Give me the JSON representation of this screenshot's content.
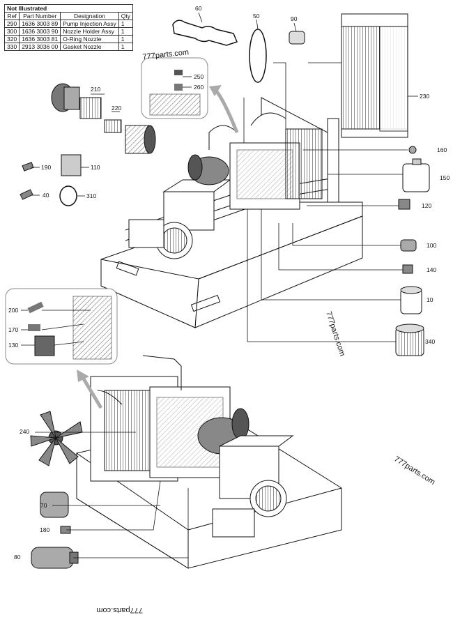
{
  "table": {
    "caption": "Not Illustrated",
    "headers": [
      "Ref",
      "Part Number",
      "Designation",
      "Qty"
    ],
    "rows": [
      [
        "290",
        "1636 3003 89",
        "Pump Injection Assy",
        "1"
      ],
      [
        "300",
        "1636 3003 90",
        "Nozzle Holder Assy",
        "1"
      ],
      [
        "320",
        "1636 3003 81",
        "O-Ring Nozzle",
        "1"
      ],
      [
        "330",
        "2913 3036 00",
        "Gasket Nozzle",
        "1"
      ]
    ]
  },
  "callouts": {
    "c60": "60",
    "c50": "50",
    "c90": "90",
    "c230": "230",
    "c250": "250",
    "c260": "260",
    "c210": "210",
    "c220": "220",
    "c160": "160",
    "c190": "190",
    "c110": "110",
    "c150": "150",
    "c40": "40",
    "c310": "310",
    "c120": "120",
    "c100": "100",
    "c140": "140",
    "c10": "10",
    "c200": "200",
    "c170": "170",
    "c130": "130",
    "c340": "340",
    "c240": "240",
    "c70": "70",
    "c180": "180",
    "c80": "80"
  },
  "watermarks": {
    "top": "777parts.com",
    "middle": "777parts.com",
    "right": "777parts.com",
    "bottom": "777parts.com"
  }
}
